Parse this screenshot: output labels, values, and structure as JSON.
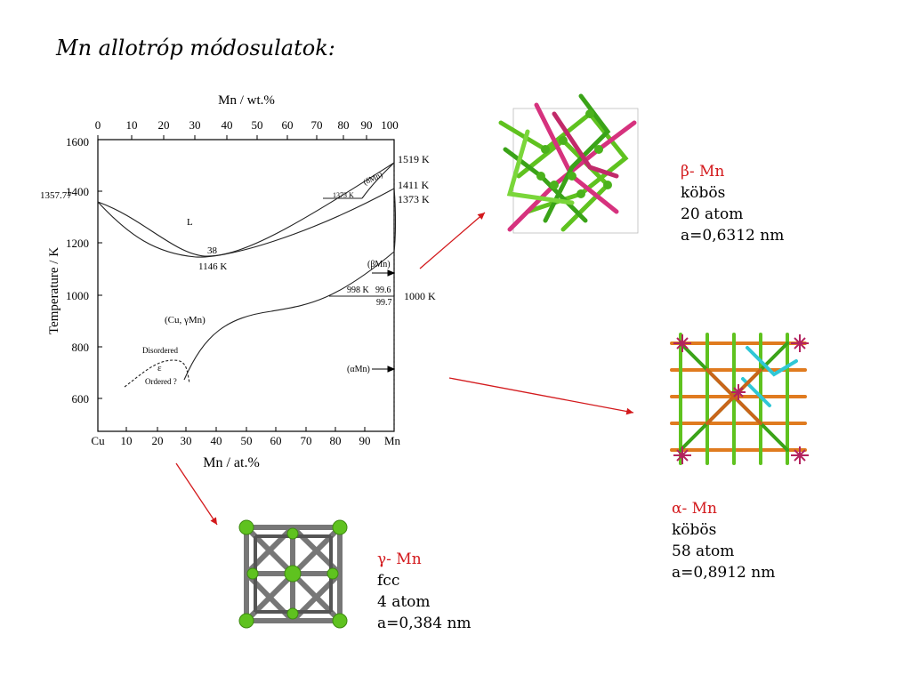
{
  "slide": {
    "title": "Mn allotróp módosulatok:"
  },
  "diagram": {
    "top_axis_title": "Mn / wt.%",
    "top_ticks": [
      "0",
      "10",
      "20",
      "30",
      "40",
      "50",
      "60",
      "70",
      "80",
      "90",
      "100"
    ],
    "bottom_axis_title": "Mn / at.%",
    "bottom_ticks": [
      "Cu",
      "10",
      "20",
      "30",
      "40",
      "50",
      "60",
      "70",
      "80",
      "90",
      "Mn"
    ],
    "y_axis_title": "Temperature / K",
    "y_ticks": [
      "1600",
      "1400",
      "1200",
      "1000",
      "800",
      "600"
    ],
    "annotations": {
      "cu_melt": "1357.77",
      "liquid": "L",
      "min_comp": "38",
      "min_temp": "1146 K",
      "delta_label": "(δMn)",
      "t1373_inner": "1373 K",
      "t1519": "1519 K",
      "t1411": "1411 K",
      "t1373": "1373 K",
      "beta_label": "(βMn)",
      "t998": "998 K",
      "c996": "99.6",
      "c997": "99.7",
      "t1000": "1000 K",
      "gamma_label": "(Cu, γMn)",
      "disordered": "Disordered",
      "epsilon": "ε",
      "ordered": "Ordered ?",
      "alpha_label": "(αMn)"
    }
  },
  "structures": {
    "beta": {
      "name": "β- Mn",
      "system": "köbös",
      "atoms": "20 atom",
      "lattice": "a=0,6312 nm"
    },
    "alpha": {
      "name": "α- Mn",
      "system": "köbös",
      "atoms": "58 atom",
      "lattice": "a=0,8912 nm"
    },
    "gamma": {
      "name": "γ- Mn",
      "system": "fcc",
      "atoms": "4 atom",
      "lattice": "a=0,384 nm"
    }
  },
  "colors": {
    "accent_red": "#d3191c",
    "atom_green": "#5fc21f",
    "bond_gray": "#777777",
    "bond_pink": "#d6327e",
    "bond_orange": "#e07b1f",
    "bond_cyan": "#2fc7d6"
  }
}
